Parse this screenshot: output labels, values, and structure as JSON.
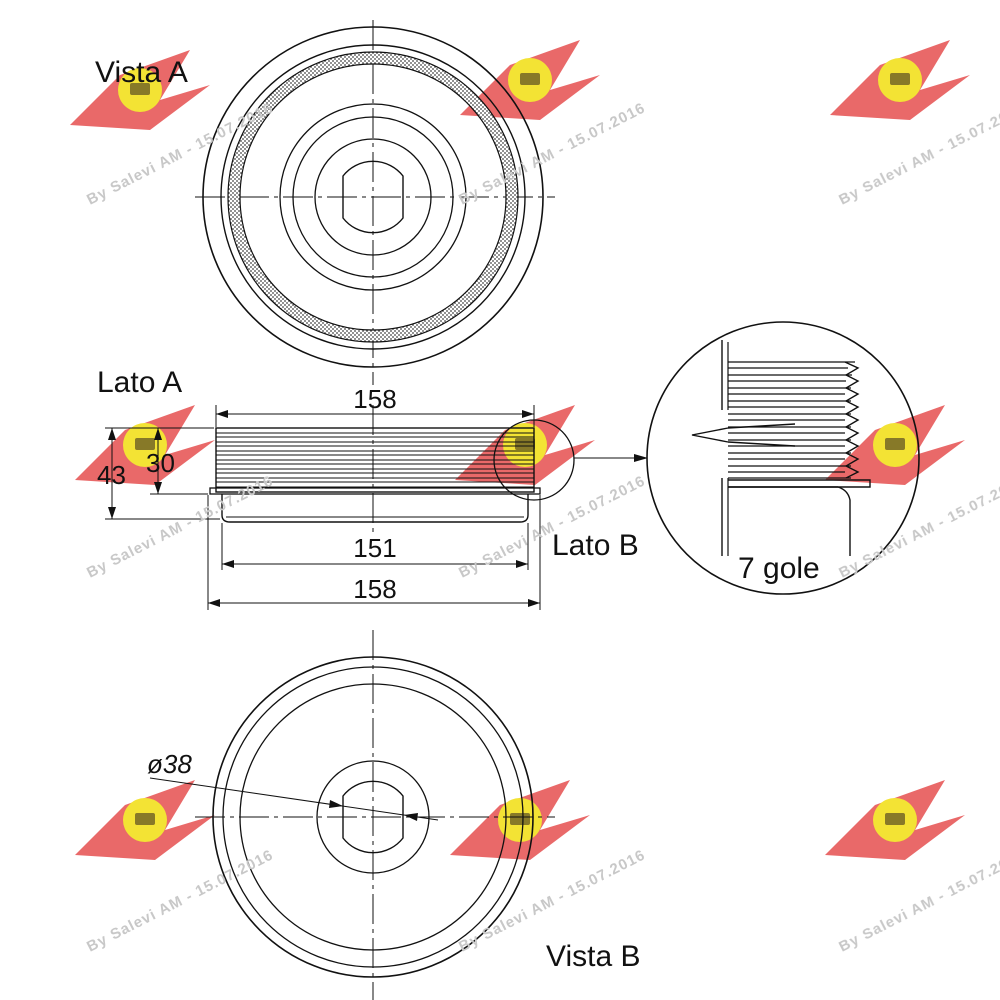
{
  "labels": {
    "vista_a": "Vista A",
    "lato_a": "Lato A",
    "lato_b": "Lato B",
    "vista_b": "Vista B",
    "detail": "7 gole"
  },
  "dimensions": {
    "top_width": "158",
    "height_outer": "43",
    "height_inner": "30",
    "inner_width": "151",
    "bottom_width": "158",
    "bore_diameter": "ø38"
  },
  "watermark": {
    "text": "By Salevi AM - 15.07.2016",
    "logo_color": "#e23b3b",
    "badge_color": "#f2e01e"
  },
  "colors": {
    "line": "#111111",
    "background": "#ffffff"
  }
}
